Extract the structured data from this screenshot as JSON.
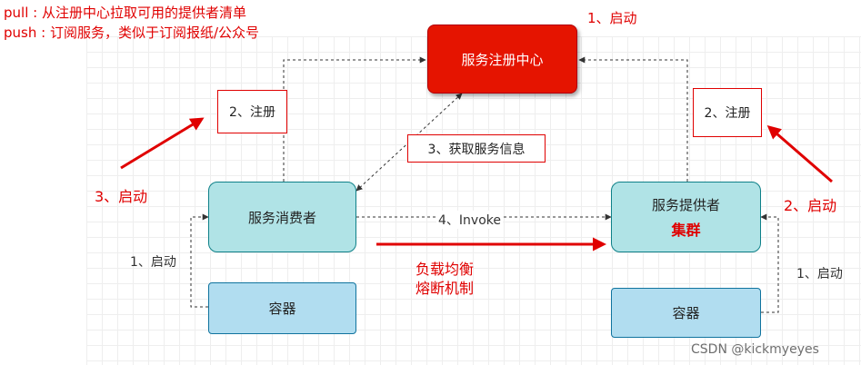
{
  "notes": {
    "pull": "pull : 从注册中心拉取可用的提供者清单",
    "push": "push : 订阅服务，类似于订阅报纸/公众号"
  },
  "nodes": {
    "registry": "服务注册中心",
    "consumer": "服务消费者",
    "provider": "服务提供者",
    "provider_cluster": "集群",
    "consumer_container": "容器",
    "provider_container": "容器"
  },
  "labels": {
    "registry_start": "1、启动",
    "consumer_register": "2、注册",
    "provider_register": "2、注册",
    "fetch_info": "3、获取服务信息",
    "invoke": "4、Invoke",
    "consumer_start": "3、启动",
    "provider_start": "2、启动",
    "consumer_container_start": "1、启动",
    "provider_container_start": "1、启动",
    "load_balance": "负载均衡",
    "circuit_breaker": "熔断机制"
  },
  "watermark": "CSDN @kickmyeyes",
  "colors": {
    "accent_red": "#e00000",
    "registry_fill": "#e51400",
    "teal_fill": "#b0e3e6",
    "blue_fill": "#b1ddf0"
  }
}
